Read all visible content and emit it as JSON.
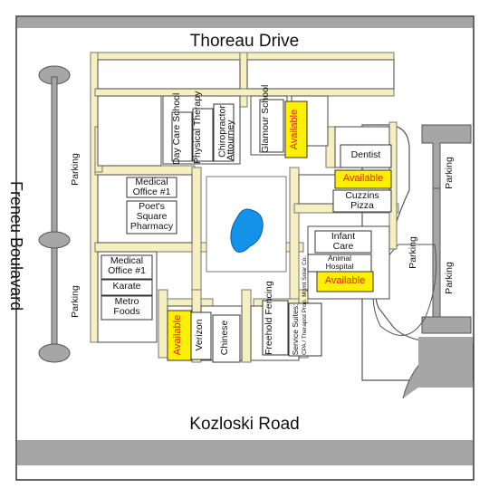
{
  "roads": {
    "north": "Thoreau Drive",
    "south": "Kozloski Road",
    "west": "Freneu Boulavard"
  },
  "parking_label": "Parking",
  "tenants": {
    "day_care": "Day Care\nSchool",
    "physical_therapy": "Physical\nTherapy",
    "chiropractor": "Chiropractor",
    "attorney": "Attourney",
    "glamour_school": "Glamour\nSchool",
    "dentist": "Dentist",
    "cuzzins_pizza": "Cuzzins\nPizza",
    "medical_office_top": "Medical\nOffice #1",
    "poets_square_pharmacy": "Poet's\nSquare\nPharmacy",
    "medical_office_bottom": "Medical\nOffice #1",
    "karate": "Karate",
    "metro_foods": "Metro\nFoods",
    "infant_care": "Infant\nCare",
    "animal_hospital": "Animal\nHospital",
    "verizon": "Verizon",
    "chinese": "Chinese",
    "freehold_fencing": "Freehold\nFencing",
    "service_suites": "Service Suites:",
    "service_suites_detail": "CPA / Therapist\nProp. Mgmt\nSolar Co."
  },
  "available_label": "Available",
  "colors": {
    "road_gray": "#a6a6a6",
    "walkway_cream": "#f6efc0",
    "available_yellow": "#ffef00",
    "pond_blue": "#1491e8",
    "building_line": "#4a4a4a"
  }
}
